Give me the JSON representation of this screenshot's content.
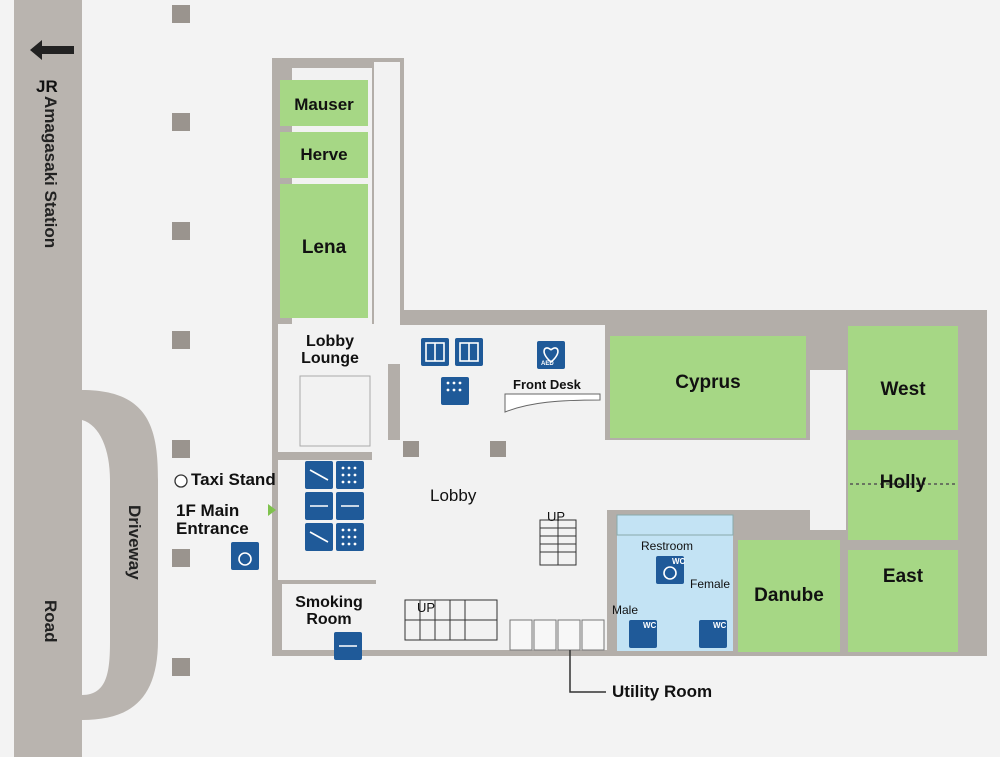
{
  "roads": {
    "station_line1": "JR",
    "station_line2": "Amagasaki Station",
    "driveway": "Driveway",
    "road": "Road"
  },
  "rooms": {
    "mauser": "Mauser",
    "herve": "Herve",
    "lena": "Lena",
    "lobby_lounge_line1": "Lobby",
    "lobby_lounge_line2": "Lounge",
    "cyprus": "Cyprus",
    "west": "West",
    "holly": "Holly",
    "east": "East",
    "danube": "Danube",
    "lobby": "Lobby",
    "smoking_line1": "Smoking",
    "smoking_line2": "Room"
  },
  "labels": {
    "front_desk": "Front Desk",
    "taxi_stand": "Taxi Stand",
    "main_entrance_line1": "1F Main",
    "main_entrance_line2": "Entrance",
    "restroom": "Restroom",
    "female": "Female",
    "male": "Male",
    "up_stairs_1": "UP",
    "up_stairs_2": "UP",
    "utility_room": "Utility Room",
    "aed": "AED",
    "wc": "WC"
  },
  "icons": {
    "elevator": "elevator-icon",
    "wheelchair": "wheelchair-icon",
    "aed": "aed-icon",
    "braille": "braille-icon",
    "escalator": "escalator-icon",
    "smoking": "smoking-icon",
    "toilet": "toilet-icon"
  },
  "colors": {
    "room_green": "#a6d785",
    "wall_gray": "#b3aea9",
    "road_gray": "#b9b4af",
    "floor": "#f2f2f2",
    "restroom_blue": "#c3e3f4",
    "sign_blue": "#1f5a99"
  }
}
